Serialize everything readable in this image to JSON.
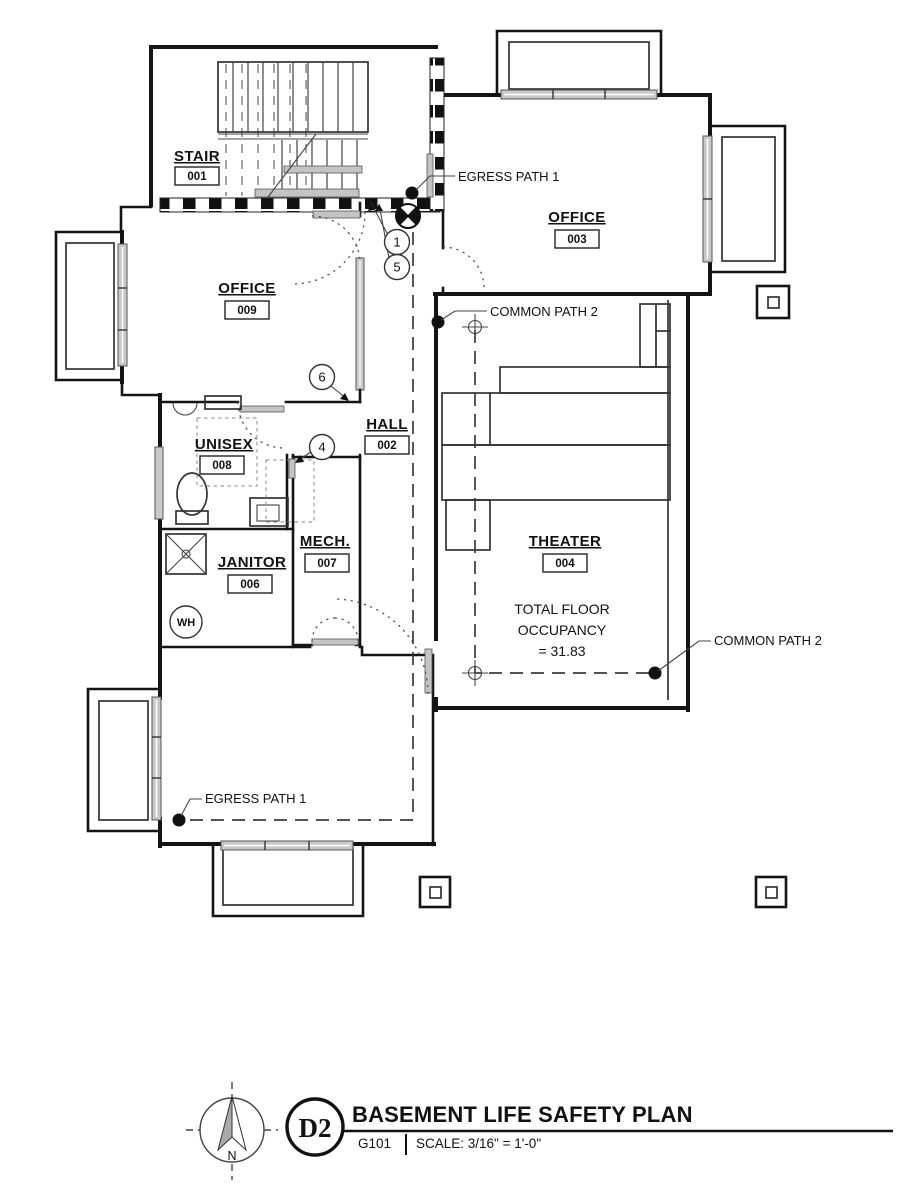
{
  "rooms": {
    "stair": {
      "name": "STAIR",
      "tag": "001"
    },
    "hall": {
      "name": "HALL",
      "tag": "002"
    },
    "office_003": {
      "name": "OFFICE",
      "tag": "003"
    },
    "theater": {
      "name": "THEATER",
      "tag": "004"
    },
    "janitor": {
      "name": "JANITOR",
      "tag": "006"
    },
    "mech": {
      "name": "MECH.",
      "tag": "007"
    },
    "unisex": {
      "name": "UNISEX",
      "tag": "008"
    },
    "office_009": {
      "name": "OFFICE",
      "tag": "009"
    }
  },
  "annotations": {
    "egress_top": "EGRESS PATH 1",
    "egress_bottom": "EGRESS PATH 1",
    "common_top": "COMMON PATH 2",
    "common_right": "COMMON PATH 2",
    "occupancy": {
      "line1": "TOTAL FLOOR",
      "line2": "OCCUPANCY",
      "line3": "= 31.83"
    },
    "water_heater": "WH"
  },
  "keynotes": {
    "k1": "1",
    "k5": "5",
    "k6": "6",
    "k4": "4"
  },
  "titleblock": {
    "detail": "D2",
    "title": "BASEMENT LIFE SAFETY PLAN",
    "sheet": "G101",
    "scale": "SCALE:  3/16\" = 1'-0\"",
    "north": "N"
  },
  "colors": {
    "line": "#141414",
    "glazing": "#c9c9c9",
    "door_leaf": "#c4c4c4",
    "path": "#3a3a3a"
  }
}
